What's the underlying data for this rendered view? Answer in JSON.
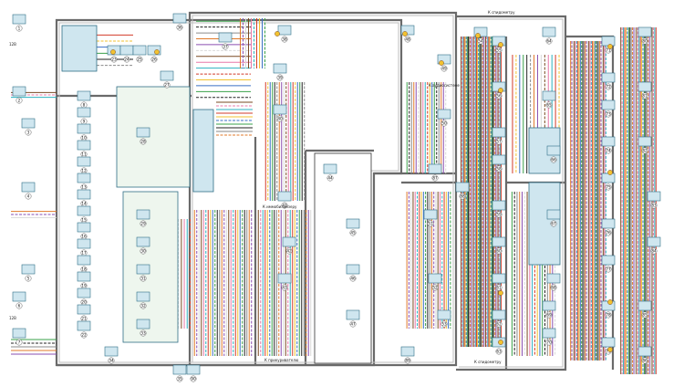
{
  "labels": {
    "battery_left_top": "12В",
    "battery_left_bottom": "12В",
    "to_speedometer": "К спидометру",
    "to_audio": "К аудиосистеме",
    "to_immobilizer": "К иммобилайзеру",
    "to_heater": "К прикуривателю",
    "to_speedometer_bottom": "К спидометру"
  },
  "components": [
    {
      "id": "c1",
      "num": "1"
    },
    {
      "id": "c2",
      "num": "2"
    },
    {
      "id": "c3",
      "num": "3"
    },
    {
      "id": "c4",
      "num": "4"
    },
    {
      "id": "c5",
      "num": "5"
    },
    {
      "id": "c6",
      "num": "6"
    },
    {
      "id": "c7",
      "num": "7"
    },
    {
      "id": "c8",
      "num": "8"
    },
    {
      "id": "c9",
      "num": "9"
    },
    {
      "id": "c10",
      "num": "10"
    },
    {
      "id": "c11",
      "num": "11"
    },
    {
      "id": "c12",
      "num": "12"
    },
    {
      "id": "c13",
      "num": "13"
    },
    {
      "id": "c14",
      "num": "14"
    },
    {
      "id": "c15",
      "num": "15"
    },
    {
      "id": "c16",
      "num": "16"
    },
    {
      "id": "c17",
      "num": "17"
    },
    {
      "id": "c18",
      "num": "18"
    },
    {
      "id": "c19",
      "num": "19"
    },
    {
      "id": "c20",
      "num": "20"
    },
    {
      "id": "c21",
      "num": "21"
    },
    {
      "id": "c22",
      "num": "22"
    },
    {
      "id": "c23",
      "num": "23"
    },
    {
      "id": "c24",
      "num": "24"
    },
    {
      "id": "c25",
      "num": "25"
    },
    {
      "id": "c26",
      "num": "26"
    },
    {
      "id": "c27",
      "num": "27"
    },
    {
      "id": "c28",
      "num": "28"
    },
    {
      "id": "c29",
      "num": "29"
    },
    {
      "id": "c30",
      "num": "30"
    },
    {
      "id": "c31",
      "num": "31"
    },
    {
      "id": "c32",
      "num": "32"
    },
    {
      "id": "c33",
      "num": "33"
    },
    {
      "id": "c34",
      "num": "34"
    },
    {
      "id": "c35",
      "num": "35"
    },
    {
      "id": "c36",
      "num": "36"
    },
    {
      "id": "c37",
      "num": "37"
    },
    {
      "id": "c38",
      "num": "38"
    },
    {
      "id": "c39",
      "num": "39"
    },
    {
      "id": "c40",
      "num": "40"
    },
    {
      "id": "c41",
      "num": "41"
    },
    {
      "id": "c42",
      "num": "42"
    },
    {
      "id": "c43",
      "num": "43"
    },
    {
      "id": "c44",
      "num": "44"
    },
    {
      "id": "c45",
      "num": "45"
    },
    {
      "id": "c46",
      "num": "46"
    },
    {
      "id": "c47",
      "num": "47"
    },
    {
      "id": "c48",
      "num": "48"
    },
    {
      "id": "c49",
      "num": "49"
    },
    {
      "id": "c50",
      "num": "50"
    },
    {
      "id": "c51",
      "num": "51"
    },
    {
      "id": "c52",
      "num": "52"
    },
    {
      "id": "c53",
      "num": "53"
    },
    {
      "id": "c54",
      "num": "54"
    },
    {
      "id": "c55",
      "num": "55"
    },
    {
      "id": "c56",
      "num": "56"
    },
    {
      "id": "c57",
      "num": "57"
    },
    {
      "id": "c58",
      "num": "58"
    },
    {
      "id": "c59",
      "num": "59"
    },
    {
      "id": "c60",
      "num": "60"
    },
    {
      "id": "c61",
      "num": "61"
    },
    {
      "id": "c62",
      "num": "62"
    },
    {
      "id": "c63",
      "num": "63"
    },
    {
      "id": "c64",
      "num": "64"
    },
    {
      "id": "c65",
      "num": "65"
    },
    {
      "id": "c66",
      "num": "66"
    },
    {
      "id": "c67",
      "num": "67"
    },
    {
      "id": "c68",
      "num": "68"
    },
    {
      "id": "c69",
      "num": "69"
    },
    {
      "id": "c70",
      "num": "70"
    },
    {
      "id": "c71",
      "num": "71"
    },
    {
      "id": "c72",
      "num": "72"
    },
    {
      "id": "c73",
      "num": "73"
    },
    {
      "id": "c74",
      "num": "74"
    },
    {
      "id": "c75",
      "num": "75"
    },
    {
      "id": "c76",
      "num": "76"
    },
    {
      "id": "c77",
      "num": "77"
    },
    {
      "id": "c78",
      "num": "78"
    },
    {
      "id": "c79",
      "num": "79"
    },
    {
      "id": "c80",
      "num": "80"
    },
    {
      "id": "c81",
      "num": "81"
    },
    {
      "id": "c82",
      "num": "82"
    },
    {
      "id": "c83",
      "num": "83"
    },
    {
      "id": "c84",
      "num": "84"
    },
    {
      "id": "c85",
      "num": "85"
    },
    {
      "id": "c86",
      "num": "86"
    },
    {
      "id": "c87",
      "num": "87"
    },
    {
      "id": "c88",
      "num": "88"
    },
    {
      "id": "c89",
      "num": "89"
    },
    {
      "id": "c90",
      "num": "90"
    }
  ],
  "wire_colors": [
    "#d23b2a",
    "#f2c230",
    "#3a6fc4",
    "#3aa14a",
    "#222222",
    "#8a8a8a",
    "#e07a2a",
    "#8a4fb0",
    "#f5f5f5",
    "#7a4a22",
    "#e879a8",
    "#2bb0c0"
  ],
  "colors": {
    "harness": "#6a6a6a",
    "component_fill": "#cfe6ef",
    "component_stroke": "#2f6e86",
    "panel_fill": "#eef6ee",
    "connector_fill": "#f3d26a"
  }
}
